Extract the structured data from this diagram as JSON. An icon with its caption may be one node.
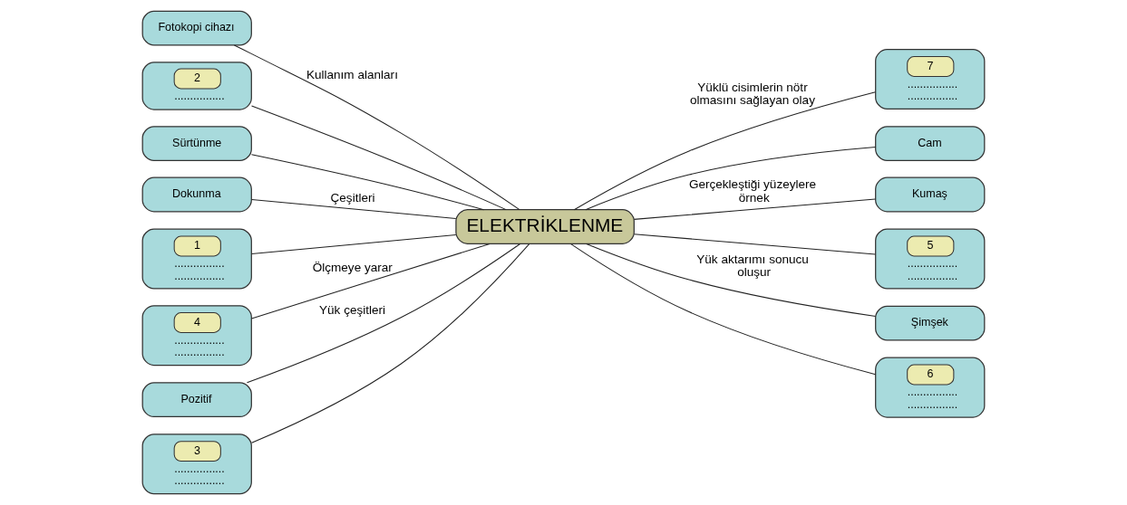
{
  "diagram": {
    "nodes": [
      {
        "text": [
          "ELEKTRİKLENME"
        ]
      },
      {
        "text": [
          "Fotokopi cihazı"
        ]
      },
      {
        "text": [
          "2",
          "................"
        ]
      },
      {
        "text": [
          "Sürtünme"
        ]
      },
      {
        "text": [
          "Dokunma"
        ]
      },
      {
        "text": [
          "1",
          "................ ................"
        ]
      },
      {
        "text": [
          "4",
          "................ ................"
        ]
      },
      {
        "text": [
          "Pozitif"
        ]
      },
      {
        "text": [
          "3",
          "................ ................"
        ]
      },
      {
        "text": [
          "7",
          "................ ................"
        ]
      },
      {
        "text": [
          "Cam"
        ]
      },
      {
        "text": [
          "Kumaş"
        ]
      },
      {
        "text": [
          "5",
          "................ ................"
        ]
      },
      {
        "text": [
          "Şimşek"
        ]
      },
      {
        "text": [
          "6",
          "................ ................"
        ]
      }
    ],
    "edges": [
      {
        "from": 0,
        "to": 1,
        "arrow": "none",
        "label": "Kullanım alanları"
      },
      {
        "from": 0,
        "to": 2,
        "arrow": "none"
      },
      {
        "from": 0,
        "to": 3,
        "arrow": "none"
      },
      {
        "from": 0,
        "to": 4,
        "arrow": "none",
        "label": "Çeşitleri"
      },
      {
        "from": 0,
        "to": 5,
        "arrow": "none"
      },
      {
        "from": 0,
        "to": 6,
        "arrow": "none",
        "label": "Ölçmeye yarar"
      },
      {
        "from": 0,
        "to": 7,
        "arrow": "none",
        "label": "Yük çeşitleri"
      },
      {
        "from": 0,
        "to": 8,
        "arrow": "none"
      },
      {
        "from": 0,
        "to": 9,
        "arrow": "none",
        "label": "Yüklü cisimlerin nötr olmasını sağlayan olay"
      },
      {
        "from": 0,
        "to": 10,
        "arrow": "none"
      },
      {
        "from": 0,
        "to": 11,
        "arrow": "none",
        "label": "Gerçekleştiği yüzeylere örnek"
      },
      {
        "from": 0,
        "to": 12,
        "arrow": "none"
      },
      {
        "from": 0,
        "to": 13,
        "arrow": "none",
        "label": "Yük aktarımı sonucu oluşur"
      },
      {
        "from": 0,
        "to": 14,
        "arrow": "none"
      }
    ]
  }
}
